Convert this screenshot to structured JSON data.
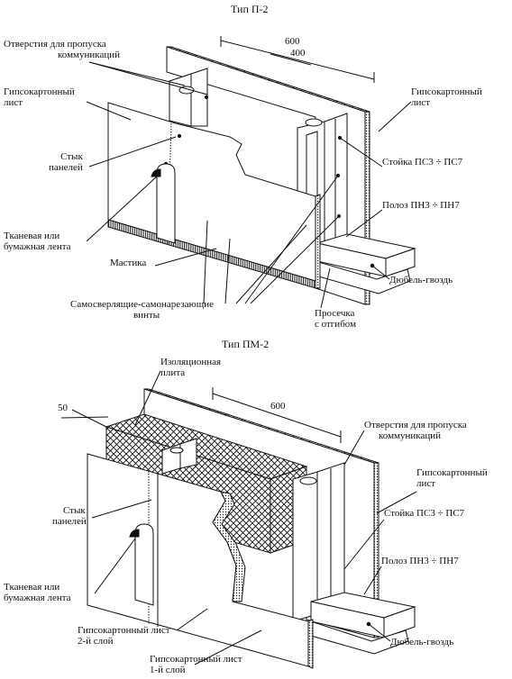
{
  "diagrams": [
    {
      "title": "Тип П-2",
      "dimensions": {
        "outer": "600",
        "inner": "400"
      },
      "labels": {
        "openings_1": "Отверстия для пропуска",
        "openings_2": "коммуникаций",
        "gkl_left_1": "Гипсокартонный",
        "gkl_left_2": "лист",
        "gkl_right_1": "Гипсокартонный",
        "gkl_right_2": "лист",
        "joint_1": "Стык",
        "joint_2": "панелей",
        "stud": "Стойка ПС3 ÷ ПС7",
        "tape_1": "Тканевая или",
        "tape_2": "бумажная лента",
        "track": "Полоз ПН3 ÷ ПН7",
        "mastic": "Мастика",
        "dowel": "Дюбель-гвоздь",
        "screws_1": "Самосверлящие-самонарезающие",
        "screws_2": "винты",
        "notch_1": "Просечка",
        "notch_2": "с отгибом"
      }
    },
    {
      "title": "Тип ПМ-2",
      "dimensions": {
        "width": "600",
        "thickness": "50"
      },
      "labels": {
        "insulation_1": "Изоляционная",
        "insulation_2": "плита",
        "openings_1": "Отверстия для пропуска",
        "openings_2": "коммуникаций",
        "gkl_right_1": "Гипсокартонный",
        "gkl_right_2": "лист",
        "joint_1": "Стык",
        "joint_2": "панелей",
        "stud": "Стойка ПС3 ÷ ПС7",
        "track": "Полоз ПН3 ÷ ПН7",
        "tape_1": "Тканевая или",
        "tape_2": "бумажная лента",
        "dowel": "Дюбель-гвоздь",
        "layer2_1": "Гипсокартонный лист",
        "layer2_2": "2-й слой",
        "layer1_1": "Гипсокартонный лист",
        "layer1_2": "1-й слой"
      }
    }
  ],
  "colors": {
    "ink": "#111111",
    "fill": "#ffffff",
    "hatch": "#222222"
  }
}
